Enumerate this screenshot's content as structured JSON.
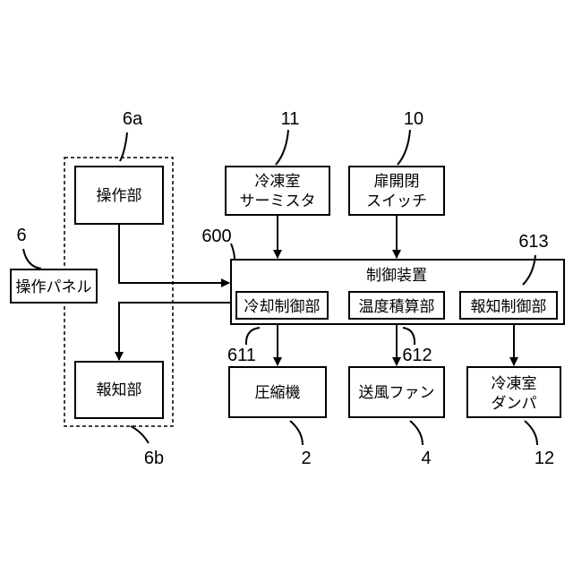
{
  "diagram": {
    "operation_panel_label": "操作パネル",
    "operation_unit_label": "操作部",
    "notification_unit_label": "報知部",
    "freezer_thermistor_label": [
      "冷凍室",
      "サーミスタ"
    ],
    "door_switch_label": [
      "扉開閉",
      "スイッチ"
    ],
    "control_device_label": "制御装置",
    "cooling_control_label": "冷却制御部",
    "temperature_integration_label": "温度積算部",
    "notification_control_label": "報知制御部",
    "compressor_label": "圧縮機",
    "blower_fan_label": "送風ファン",
    "freezer_damper_label": [
      "冷凍室",
      "ダンパ"
    ],
    "refs": {
      "panel": "6",
      "operation_unit": "6a",
      "notification_unit": "6b",
      "thermistor": "11",
      "door_switch": "10",
      "control_device": "600",
      "cooling_control": "611",
      "temperature_integration": "612",
      "notification_control": "613",
      "compressor": "2",
      "blower_fan": "4",
      "damper": "12"
    }
  }
}
